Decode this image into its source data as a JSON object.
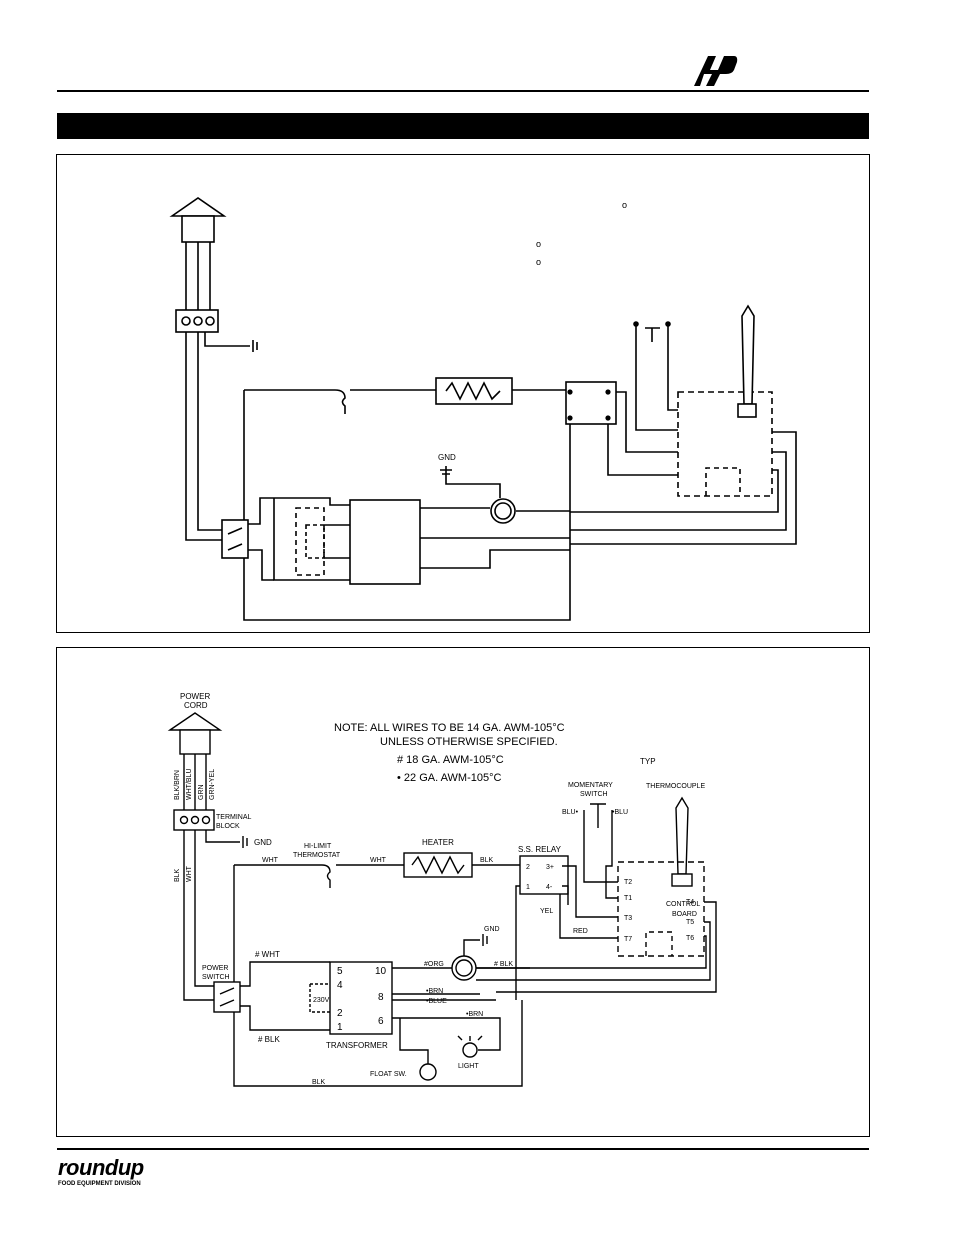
{
  "header": {
    "logo_icon": "ap-logo-icon"
  },
  "top_diagram": {
    "degree_marks": [
      "o",
      "o",
      "o"
    ],
    "gnd_label": "GND"
  },
  "bottom_diagram": {
    "power_cord": [
      "POWER",
      "CORD"
    ],
    "cord_wires": [
      "BLK/BRN",
      "WHT/BLU",
      "GRN",
      "GRN-YEL"
    ],
    "note_lines": [
      "NOTE:  ALL WIRES TO BE 14 GA. AWM-105°C",
      "UNLESS OTHERWISE SPECIFIED."
    ],
    "note_hash": "# 18 GA. AWM-105°C",
    "note_dot": "• 22 GA. AWM-105°C",
    "typ": "TYP",
    "terminal_block": [
      "TERMINAL",
      "BLOCK"
    ],
    "gnd_1": "GND",
    "hi_limit": [
      "HI-LIMIT",
      "THERMOSTAT"
    ],
    "wht_1": "WHT",
    "wht_2": "WHT",
    "heater": "HEATER",
    "blk_heater": "BLK",
    "ss_relay": "S.S. RELAY",
    "relay_pins": [
      "2",
      "3+",
      "1",
      "4-"
    ],
    "momentary_switch": [
      "MOMENTARY",
      "SWITCH"
    ],
    "blu_left": "BLU•",
    "blu_right": "•BLU",
    "thermocouple": "THERMOCOUPLE",
    "control_board": [
      "CONTROL",
      "BOARD"
    ],
    "terminals": [
      "T2",
      "T1",
      "T3",
      "T7",
      "T4",
      "T5",
      "T6"
    ],
    "yel": "YEL",
    "red": "RED",
    "blk_cord": "BLK",
    "wht_cord": "WHT",
    "power_switch": [
      "POWER",
      "SWITCH"
    ],
    "hash_wht": "# WHT",
    "hash_blk": "# BLK",
    "gnd_2": "GND",
    "trans_pins": [
      "5",
      "4",
      "2",
      "1",
      "10",
      "8",
      "6"
    ],
    "v230": "230V",
    "transformer": "TRANSFORMER",
    "hash_org": "#ORG",
    "hash_blk2": "# BLK",
    "brn_1": "•BRN",
    "blue": "•BLUE",
    "brn_2": "•BRN",
    "float_sw": "FLOAT SW.",
    "light": "LIGHT",
    "blk_bottom": "BLK"
  },
  "footer": {
    "brand": "roundup",
    "brand_sub": "FOOD EQUIPMENT DIVISION"
  }
}
